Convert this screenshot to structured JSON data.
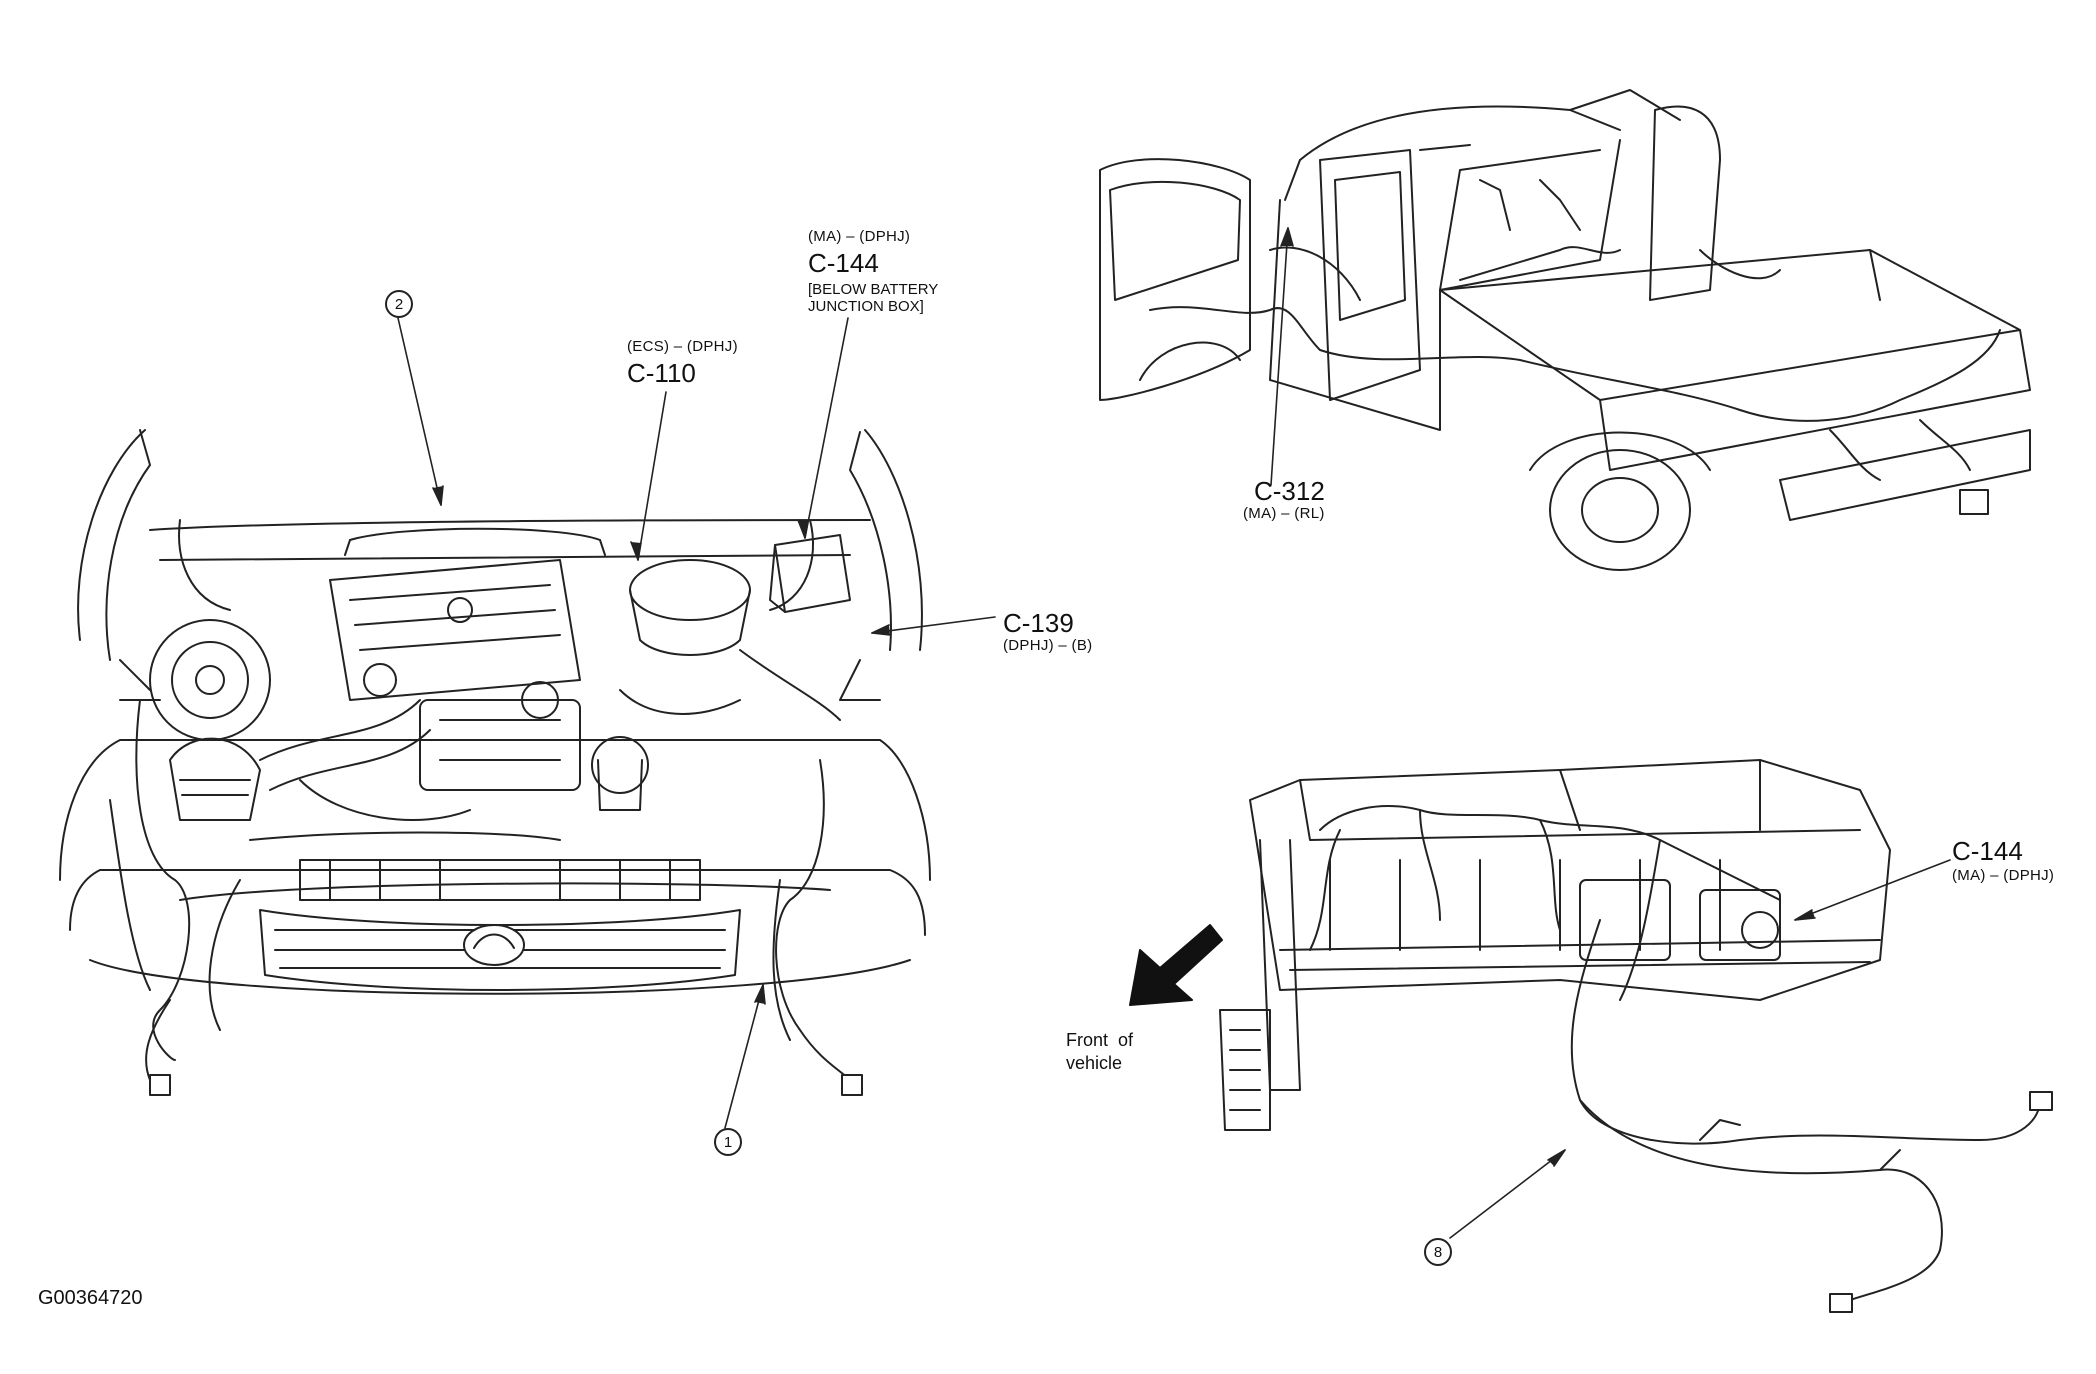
{
  "figure_id": "G00364720",
  "labels": {
    "c144_top": {
      "sub": "(MA) – (DPHJ)",
      "code": "C-144",
      "note_line1": "[BELOW BATTERY",
      "note_line2": "JUNCTION BOX]"
    },
    "c110": {
      "sub": "(ECS) – (DPHJ)",
      "code": "C-110"
    },
    "c139": {
      "code": "C-139",
      "sub": "(DPHJ) – (B)"
    },
    "c312": {
      "code": "C-312",
      "sub": "(MA) – (RL)"
    },
    "c144_dash": {
      "code": "C-144",
      "sub": "(MA) – (DPHJ)"
    }
  },
  "callouts": {
    "one": "1",
    "two": "2",
    "eight": "8"
  },
  "front_of_vehicle": {
    "line1": "Front  of",
    "line2": "vehicle"
  }
}
